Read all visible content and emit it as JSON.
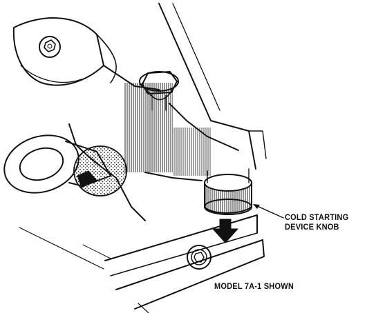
{
  "figure": {
    "callout": {
      "line1": "COLD STARTING",
      "line2": "DEVICE KNOB"
    },
    "caption": "MODEL 7A-1 SHOWN"
  },
  "colors": {
    "ink": "#111111",
    "paper": "#ffffff"
  }
}
